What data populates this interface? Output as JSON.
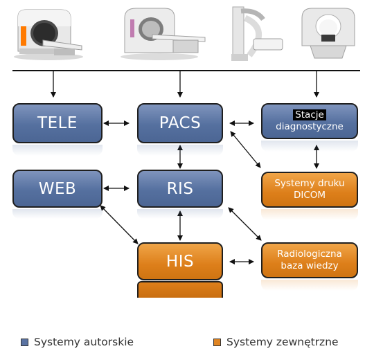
{
  "equipment": [
    {
      "name": "mri-scanner"
    },
    {
      "name": "ct-scanner"
    },
    {
      "name": "c-arm"
    },
    {
      "name": "ct-gantry"
    }
  ],
  "nodes": {
    "tele": "TELE",
    "pacs": "PACS",
    "stacje_line1": "Stacje",
    "stacje_line2": "diagnostyczne",
    "web": "WEB",
    "ris": "RIS",
    "druk_line1": "Systemy druku",
    "druk_line2": "DICOM",
    "his": "HIS",
    "baza_line1": "Radiologiczna",
    "baza_line2": "baza wiedzy"
  },
  "legend": {
    "own": "Systemy autorskie",
    "external": "Systemy zewnętrzne"
  },
  "colors": {
    "own": "#5a73a2",
    "external": "#e08522"
  }
}
